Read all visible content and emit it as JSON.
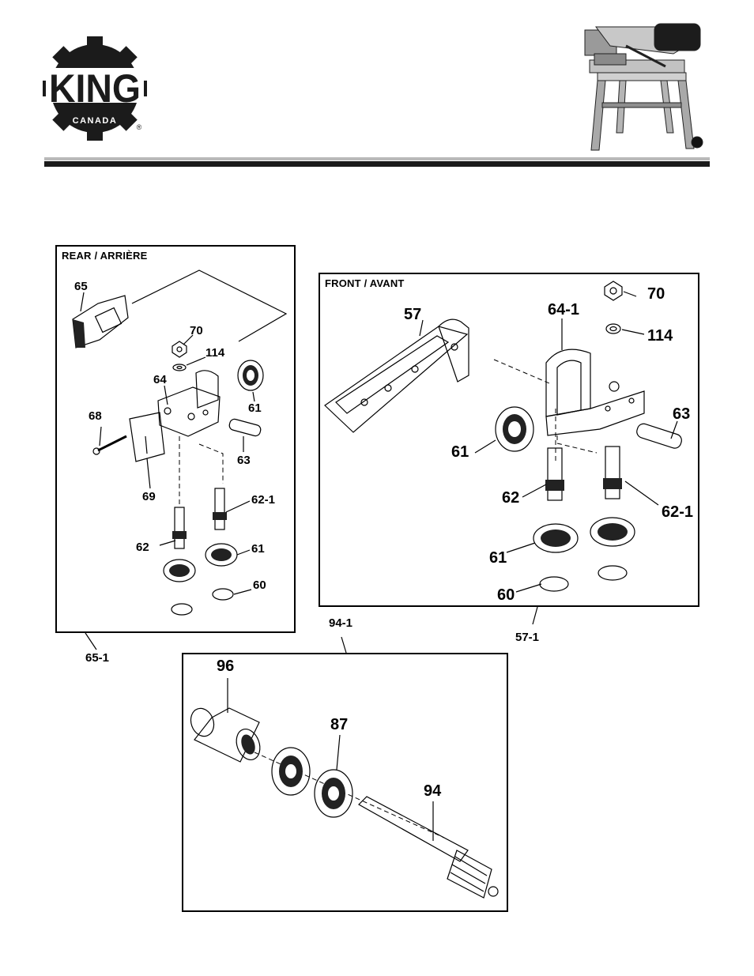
{
  "header": {
    "brand_top": "KING",
    "brand_bottom": "CANADA",
    "registered": "®",
    "machine_image": "metal-cutting-bandsaw"
  },
  "panels": {
    "rear": {
      "title": "REAR / ARRIÈRE",
      "assembly_ref": "65-1",
      "callouts": [
        "65",
        "70",
        "114",
        "64",
        "61",
        "68",
        "63",
        "69",
        "62-1",
        "62",
        "61",
        "60"
      ]
    },
    "front": {
      "title": "FRONT / AVANT",
      "assembly_ref": "57-1",
      "callouts": [
        "70",
        "57",
        "64-1",
        "114",
        "63",
        "61",
        "62",
        "62-1",
        "61",
        "60"
      ]
    },
    "shaft": {
      "assembly_ref": "94-1",
      "callouts": [
        "96",
        "87",
        "94"
      ]
    }
  }
}
